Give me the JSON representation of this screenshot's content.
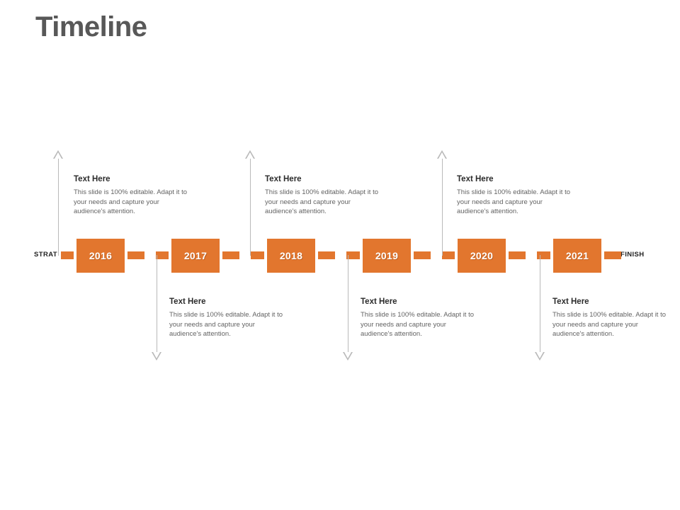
{
  "slide": {
    "title": "Timeline",
    "accent_color": "#e2762e",
    "title_color": "#585858",
    "stem_color": "#b9b9b9"
  },
  "axis": {
    "start_label": "STRAT",
    "finish_label": "FINISH"
  },
  "milestones": [
    {
      "year": "2016",
      "direction": "up"
    },
    {
      "year": "2017",
      "direction": "down"
    },
    {
      "year": "2018",
      "direction": "up"
    },
    {
      "year": "2019",
      "direction": "down"
    },
    {
      "year": "2020",
      "direction": "up"
    },
    {
      "year": "2021",
      "direction": "down"
    }
  ],
  "callouts": [
    {
      "heading": "Text Here",
      "body": "This slide is 100% editable. Adapt it to your needs and capture your audience's attention."
    },
    {
      "heading": "Text Here",
      "body": "This slide is 100% editable. Adapt it to your needs and capture your audience's attention."
    },
    {
      "heading": "Text Here",
      "body": "This slide is 100% editable. Adapt it to your needs and capture your audience's attention."
    },
    {
      "heading": "Text Here",
      "body": "This slide is 100% editable. Adapt it to your needs and capture your audience's attention."
    },
    {
      "heading": "Text Here",
      "body": "This slide is 100% editable. Adapt it to your needs and capture your audience's attention."
    },
    {
      "heading": "Text Here",
      "body": "This slide is 100% editable. Adapt it to your needs and capture your audience's attention."
    }
  ]
}
